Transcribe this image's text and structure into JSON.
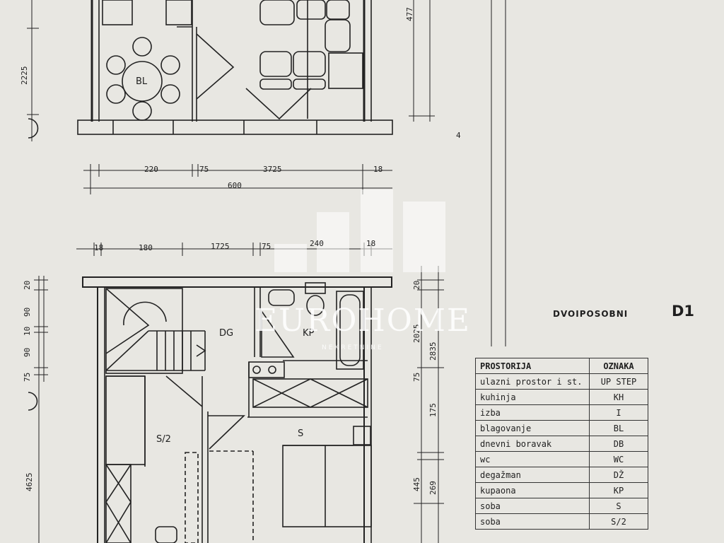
{
  "rooms": {
    "bl": "BL",
    "dg": "DG",
    "kp": "KP",
    "s": "S",
    "s2": "S/2"
  },
  "dims": {
    "top_220": "220",
    "top_75": "75",
    "top_3725": "3725",
    "top_18": "18",
    "top_600": "600",
    "top_4": "4",
    "mid_18": "18",
    "mid_180": "180",
    "mid_1725": "1725",
    "mid_75": "75",
    "mid_240": "240",
    "mid_18b": "18",
    "left_2225": "2225",
    "right_477": "477",
    "left_20": "20",
    "left_90": "90",
    "left_10": "10",
    "left_90b": "90",
    "left_75": "75",
    "left_4625": "4625",
    "right_20": "20",
    "right_2025": "2025",
    "right_2835": "2835",
    "right_75": "75",
    "right_175": "175",
    "right_445": "445",
    "right_269": "269"
  },
  "watermark": {
    "brand": "EUROHOME",
    "sub": "NEKRETNINE"
  },
  "apartment": {
    "name": "DVOIPOSOBNI",
    "code": "D1"
  },
  "legend": {
    "header": [
      "PROSTORIJA",
      "OZNAKA"
    ],
    "rows": [
      [
        "ulazni prostor i st.",
        "UP STEP"
      ],
      [
        "kuhinja",
        "KH"
      ],
      [
        "izba",
        "I"
      ],
      [
        "blagovanje",
        "BL"
      ],
      [
        "dnevni boravak",
        "DB"
      ],
      [
        "wc",
        "WC"
      ],
      [
        "degažman",
        "DŽ"
      ],
      [
        "kupaona",
        "KP"
      ],
      [
        "soba",
        "S"
      ],
      [
        "soba",
        "S/2"
      ]
    ]
  }
}
